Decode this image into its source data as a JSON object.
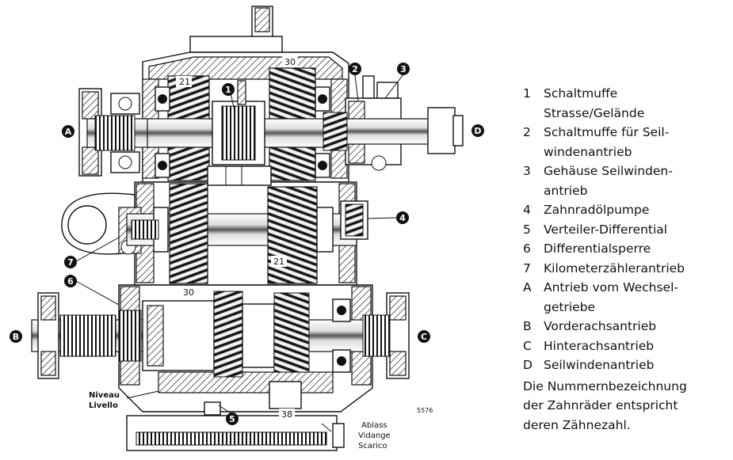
{
  "diagram": {
    "callouts": {
      "c1": "1",
      "c2": "2",
      "c3": "3",
      "c4": "4",
      "c5": "5",
      "c6": "6",
      "c7": "7",
      "cA": "A",
      "cB": "B",
      "cC": "C",
      "cD": "D"
    },
    "gear_numbers": {
      "g21_top": "21",
      "g30_top": "30",
      "g21_mid": "21",
      "g30_low": "30",
      "g38": "38"
    },
    "labels": {
      "niveau": "Niveau",
      "livello": "Livello",
      "ablass": "Ablass",
      "vidange": "Vidange",
      "scarico": "Scarico",
      "drawing_no": "5576"
    }
  },
  "legend": {
    "items": [
      {
        "key": "1",
        "text": "Schaltmuffe\nStrasse/Gelände"
      },
      {
        "key": "2",
        "text": "Schaltmuffe für Seil-\nwindenantrieb"
      },
      {
        "key": "3",
        "text": "Gehäuse Seilwinden-\nantrieb"
      },
      {
        "key": "4",
        "text": "Zahnradölpumpe"
      },
      {
        "key": "5",
        "text": "Verteiler-Differential"
      },
      {
        "key": "6",
        "text": "Differentialsperre"
      },
      {
        "key": "7",
        "text": "Kilometerzählerantrieb"
      },
      {
        "key": "A",
        "text": "Antrieb vom Wechsel-\ngetriebe"
      },
      {
        "key": "B",
        "text": "Vorderachsantrieb"
      },
      {
        "key": "C",
        "text": "Hinterachsantrieb"
      },
      {
        "key": "D",
        "text": "Seilwindenantrieb"
      }
    ],
    "note": "Die Nummernbezeichnung\nder Zahnräder entspricht\nderen Zähnezahl."
  }
}
